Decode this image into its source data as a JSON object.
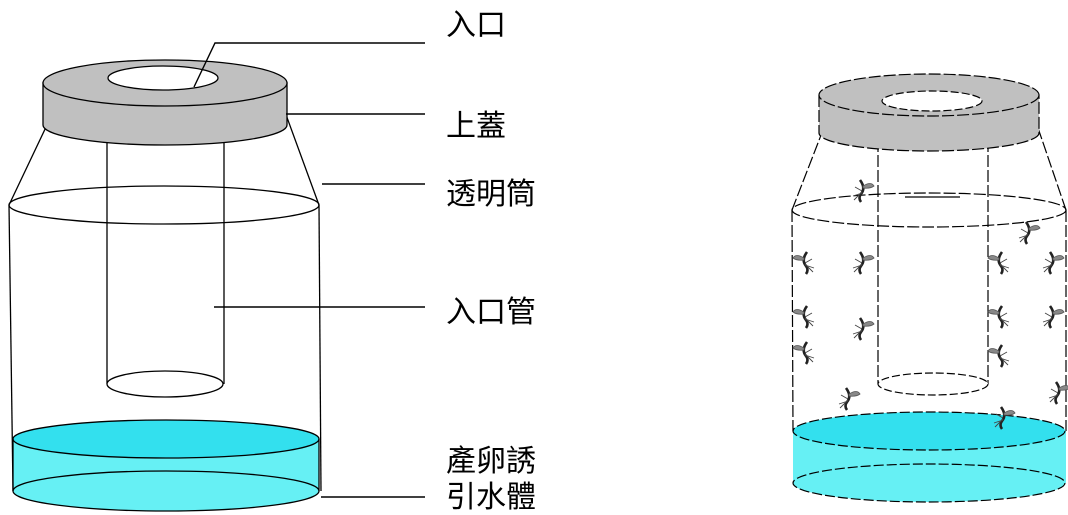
{
  "labels": {
    "entrance": "入口",
    "lid": "上蓋",
    "transparent_cylinder": "透明筒",
    "entrance_tube": "入口管",
    "attractant_line1": "產卵誘",
    "attractant_line2": "引水體"
  },
  "colors": {
    "lid": "#c0c0c0",
    "water": "#66f0f4",
    "water_dark": "#33e0ee",
    "outline": "#000000"
  },
  "mosquitoes_shown": 15
}
